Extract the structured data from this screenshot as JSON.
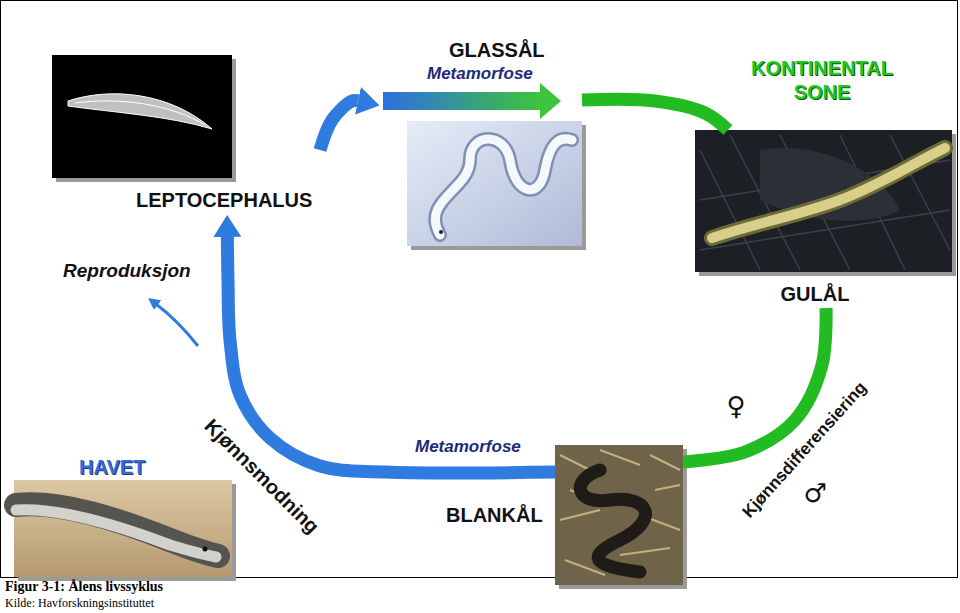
{
  "diagram": {
    "caption": "Figur 3-1: Ålens livssyklus",
    "nodes": [
      {
        "text": [
          "LEPTOCEPHALUS"
        ]
      },
      {
        "text": [
          "GLASSÅL"
        ]
      },
      {
        "text": [
          "GULÅL"
        ]
      },
      {
        "text": [
          "BLANKÅL"
        ]
      },
      {
        "text": [
          "HAVET"
        ]
      }
    ],
    "edges": [
      {
        "from": 0,
        "to": 1,
        "arrow": "to"
      },
      {
        "from": 1,
        "to": 2,
        "arrow": "none"
      },
      {
        "from": 2,
        "to": 3,
        "label": "Kjønnsdifferensiering",
        "arrow": "none"
      },
      {
        "from": 3,
        "to": 0,
        "label": "Kjønnsmodning",
        "arrow": "to"
      }
    ],
    "labels": [
      "Metamorfose",
      "KONTINENTAL SONE",
      "♀",
      "♂",
      "Metamorfose",
      "Reproduksjon",
      "Kilde: Havforskningsinstituttet"
    ]
  }
}
